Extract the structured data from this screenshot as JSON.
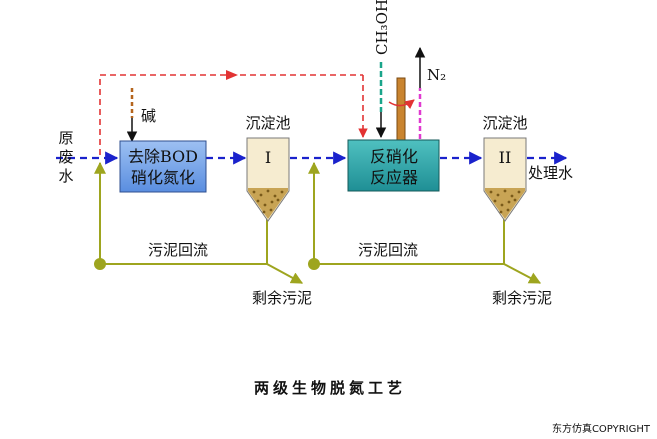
{
  "labels": {
    "raw_water": [
      "原",
      "废",
      "水"
    ],
    "alkali": "碱",
    "methanol": "CH₃OH",
    "nitrogen": "N₂",
    "bod_box": [
      "去除BOD",
      "硝化氮化"
    ],
    "clarifier_1_title": "沉淀池",
    "clarifier_1_numeral": "I",
    "denitrification_box": [
      "反硝化",
      "反应器"
    ],
    "clarifier_2_title": "沉淀池",
    "clarifier_2_numeral": "II",
    "treated_water": "处理水",
    "sludge_return_1": "污泥回流",
    "sludge_return_2": "污泥回流",
    "excess_sludge_1": "剩余污泥",
    "excess_sludge_2": "剩余污泥"
  },
  "caption": "两级生物脱氮工艺",
  "copyright": "东方仿真COPYRIGHT",
  "colors": {
    "water_flow": "#1a22cc",
    "bypass_flow": "#e23333",
    "alkali_line": "#b5651d",
    "methanol_line": "#1aa58a",
    "gas_line": "#e03ad0",
    "sludge_line": "#9ea51f",
    "bod_box_fill": "#6f9fe6",
    "denitrification_fill": "#2ea5a5",
    "clarifier_fill": "#f6ecd0",
    "sludge_fill": "#c8a455"
  }
}
